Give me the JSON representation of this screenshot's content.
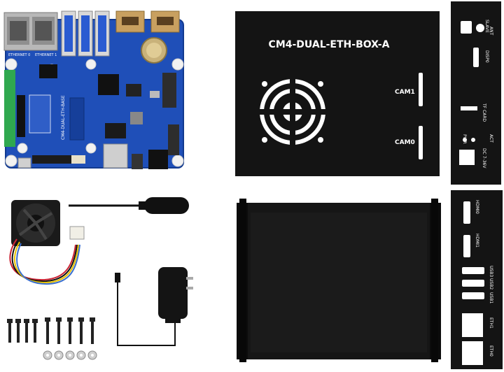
{
  "product": {
    "case_title": "CM4-DUAL-ETH-BOX-A",
    "case_labels": {
      "cam1": "CAM1",
      "cam0": "CAM0"
    },
    "board_labels": {
      "eth0": "ETHERNET 0",
      "eth1": "ETHERNET 1",
      "model": "CM4-DUAL-ETH-BASE"
    },
    "front_panel_labels": [
      "SLAVE",
      "ANT",
      "DISP0",
      "TF CARD",
      "PWR",
      "ACT",
      "DC 7-36V"
    ],
    "back_panel_labels": [
      "HDMI0",
      "HDMI1",
      "USB3",
      "USB2",
      "USB1",
      "ETH1",
      "ETH0"
    ]
  },
  "colors": {
    "pcb_blue": "#1f4fb8",
    "case_black": "#141414",
    "background": "#ffffff"
  }
}
